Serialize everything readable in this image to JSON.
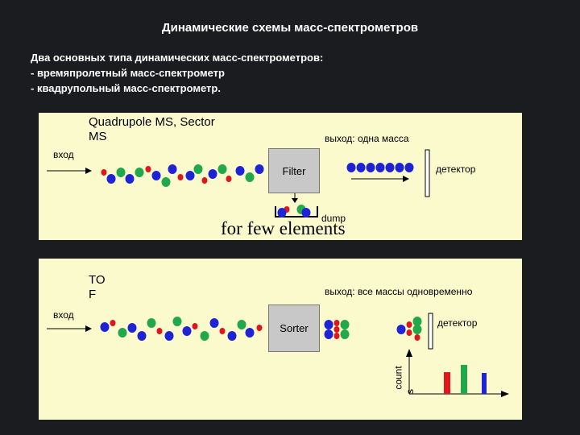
{
  "title": "Динамические схемы масс-спектрометров",
  "intro": [
    "Два основных типа динамических масс-спектрометров:",
    "-  времяпролетный масс-спектрометр",
    "-  квадрупольный масс-спектрометр."
  ],
  "top_panel": {
    "name": "Quadrupole MS, Sector",
    "name2": "MS",
    "input": "вход",
    "output": "выход: одна масса",
    "box": "Filter",
    "detector": "детектор",
    "dump": "dump",
    "caption": "for few elements"
  },
  "bottom_panel": {
    "name": "TO",
    "name2": "F",
    "input": "вход",
    "output": "выход: все массы одновременно",
    "box": "Sorter",
    "detector": "детектор",
    "count_label": "count",
    "axis_s": "s"
  },
  "colors": {
    "blue": "#1f23d6",
    "red": "#e0161c",
    "green": "#22a84c",
    "panel": "#fbfacd",
    "background": "#1b1c1f"
  }
}
